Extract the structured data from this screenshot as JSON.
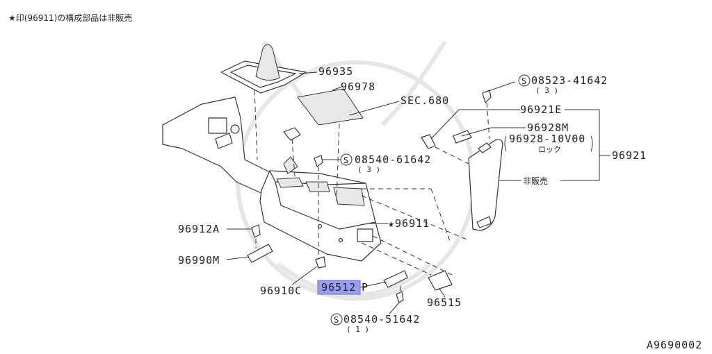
{
  "header_note": "★印(96911)の構成部品は非販売",
  "diagram_id": "A9690002",
  "highlight_color": "#9a9cf0",
  "parts": {
    "p96935": "96935",
    "p96978": "96978",
    "sec680": "SEC.680",
    "p08523": "08523-41642",
    "p08523_qty": "( 3 )",
    "p96921E": "96921E",
    "p96928M": "96928M",
    "p96928_10V00": "96928-10V00",
    "lock": "ロック",
    "p96921": "96921",
    "not_for_sale": "非販売",
    "p08540_61642": "08540-61642",
    "p08540_61642_qty": "( 3 )",
    "p96911": "★96911",
    "p96912A": "96912A",
    "p96990M": "96990M",
    "p96910C": "96910C",
    "p96512": "96512",
    "p96512_suffix": "P",
    "p96515": "96515",
    "p08540_51642": "08540-51642",
    "p08540_51642_qty": "( 1 )"
  },
  "icons": {
    "standard_part": "circled-s-icon"
  }
}
